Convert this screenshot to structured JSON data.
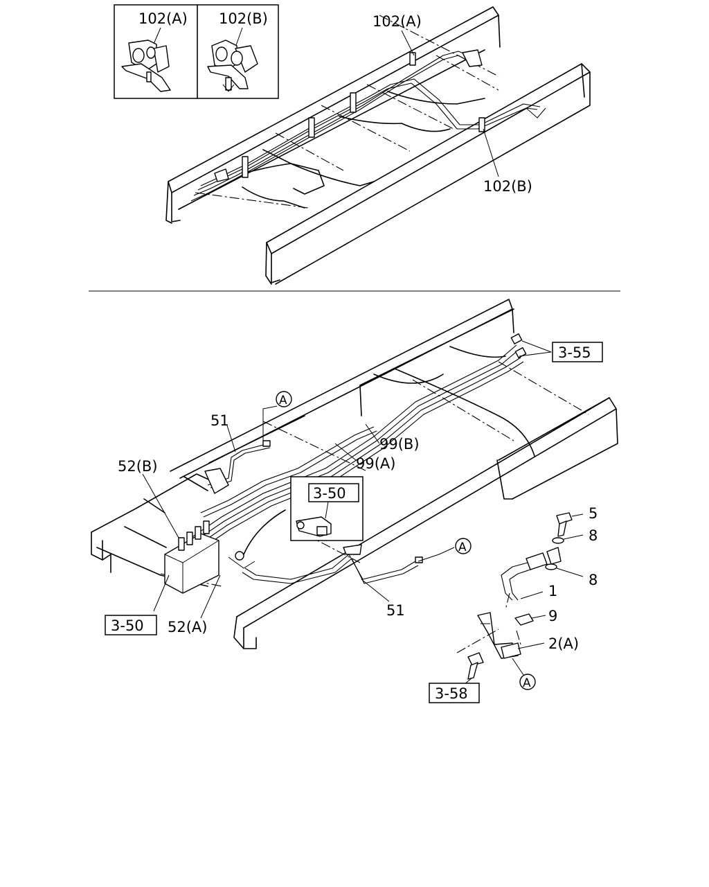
{
  "upper_view": {
    "inset_left_label": "102(A)",
    "inset_right_label": "102(B)",
    "callout_clip_a": "102(A)",
    "callout_clip_b": "102(B)"
  },
  "lower_view": {
    "ref_3_55": "3-55",
    "ref_3_50_top": "3-50",
    "ref_3_50_bottom": "3-50",
    "ref_3_58": "3-58",
    "part_51_top": "51",
    "part_51_bottom": "51",
    "part_52b": "52(B)",
    "part_52a": "52(A)",
    "part_99b": "99(B)",
    "part_99a": "99(A)",
    "part_5": "5",
    "part_8_top": "8",
    "part_8_bottom": "8",
    "part_1": "1",
    "part_9": "9",
    "part_2a": "2(A)",
    "marker_a": "A"
  }
}
